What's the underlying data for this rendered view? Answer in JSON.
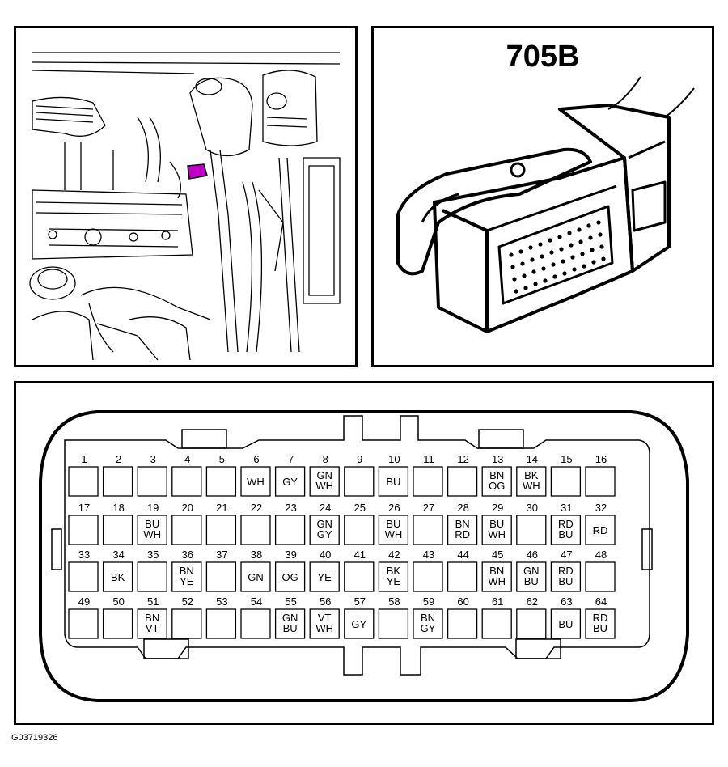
{
  "figure": {
    "connector_id": "705B",
    "figure_code": "G03719326"
  },
  "connector_pinout": {
    "rows": [
      [
        {
          "pin": "1",
          "wire": ""
        },
        {
          "pin": "2",
          "wire": ""
        },
        {
          "pin": "3",
          "wire": ""
        },
        {
          "pin": "4",
          "wire": ""
        },
        {
          "pin": "5",
          "wire": ""
        },
        {
          "pin": "6",
          "wire": "WH"
        },
        {
          "pin": "7",
          "wire": "GY"
        },
        {
          "pin": "8",
          "wire": "GN WH"
        },
        {
          "pin": "9",
          "wire": ""
        },
        {
          "pin": "10",
          "wire": "BU"
        },
        {
          "pin": "11",
          "wire": ""
        },
        {
          "pin": "12",
          "wire": ""
        },
        {
          "pin": "13",
          "wire": "BN OG"
        },
        {
          "pin": "14",
          "wire": "BK WH"
        },
        {
          "pin": "15",
          "wire": ""
        },
        {
          "pin": "16",
          "wire": ""
        }
      ],
      [
        {
          "pin": "17",
          "wire": ""
        },
        {
          "pin": "18",
          "wire": ""
        },
        {
          "pin": "19",
          "wire": "BU WH"
        },
        {
          "pin": "20",
          "wire": ""
        },
        {
          "pin": "21",
          "wire": ""
        },
        {
          "pin": "22",
          "wire": ""
        },
        {
          "pin": "23",
          "wire": ""
        },
        {
          "pin": "24",
          "wire": "GN GY"
        },
        {
          "pin": "25",
          "wire": ""
        },
        {
          "pin": "26",
          "wire": "BU WH"
        },
        {
          "pin": "27",
          "wire": ""
        },
        {
          "pin": "28",
          "wire": "BN RD"
        },
        {
          "pin": "29",
          "wire": "BU WH"
        },
        {
          "pin": "30",
          "wire": ""
        },
        {
          "pin": "31",
          "wire": "RD BU"
        },
        {
          "pin": "32",
          "wire": "RD"
        }
      ],
      [
        {
          "pin": "33",
          "wire": ""
        },
        {
          "pin": "34",
          "wire": "BK"
        },
        {
          "pin": "35",
          "wire": ""
        },
        {
          "pin": "36",
          "wire": "BN YE"
        },
        {
          "pin": "37",
          "wire": ""
        },
        {
          "pin": "38",
          "wire": "GN"
        },
        {
          "pin": "39",
          "wire": "OG"
        },
        {
          "pin": "40",
          "wire": "YE"
        },
        {
          "pin": "41",
          "wire": ""
        },
        {
          "pin": "42",
          "wire": "BK YE"
        },
        {
          "pin": "43",
          "wire": ""
        },
        {
          "pin": "44",
          "wire": ""
        },
        {
          "pin": "45",
          "wire": "BN WH"
        },
        {
          "pin": "46",
          "wire": "GN BU"
        },
        {
          "pin": "47",
          "wire": "RD BU"
        },
        {
          "pin": "48",
          "wire": ""
        }
      ],
      [
        {
          "pin": "49",
          "wire": ""
        },
        {
          "pin": "50",
          "wire": ""
        },
        {
          "pin": "51",
          "wire": "BN VT"
        },
        {
          "pin": "52",
          "wire": ""
        },
        {
          "pin": "53",
          "wire": ""
        },
        {
          "pin": "54",
          "wire": ""
        },
        {
          "pin": "55",
          "wire": "GN BU"
        },
        {
          "pin": "56",
          "wire": "VT WH"
        },
        {
          "pin": "57",
          "wire": "GY"
        },
        {
          "pin": "58",
          "wire": ""
        },
        {
          "pin": "59",
          "wire": "BN GY"
        },
        {
          "pin": "60",
          "wire": ""
        },
        {
          "pin": "61",
          "wire": ""
        },
        {
          "pin": "62",
          "wire": ""
        },
        {
          "pin": "63",
          "wire": "BU"
        },
        {
          "pin": "64",
          "wire": "RD BU"
        }
      ]
    ]
  }
}
